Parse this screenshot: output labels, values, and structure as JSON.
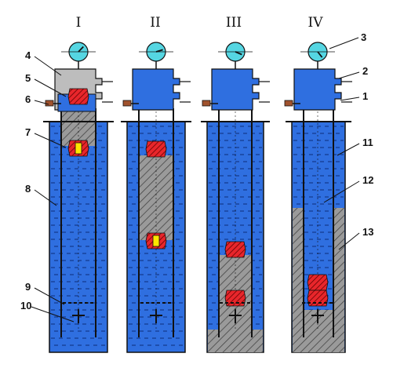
{
  "columns": [
    {
      "id": "col-1",
      "roman": "I"
    },
    {
      "id": "col-2",
      "roman": "II"
    },
    {
      "id": "col-3",
      "roman": "III"
    },
    {
      "id": "col-4",
      "roman": "IV"
    }
  ],
  "callouts": [
    "1",
    "2",
    "3",
    "4",
    "5",
    "6",
    "7",
    "8",
    "9",
    "10",
    "11",
    "12",
    "13"
  ],
  "colors": {
    "water": "#2f6fe0",
    "water_dash": "#0d2c7a",
    "cement": "#9a9a9a",
    "cement_hatch": "#444444",
    "plug": "#e8262b",
    "gauge": "#55d6e2",
    "head_cap": "#bdbdbd",
    "valve": "#a0522d",
    "yellow_plug": "#ffe600",
    "outline": "#111111"
  }
}
